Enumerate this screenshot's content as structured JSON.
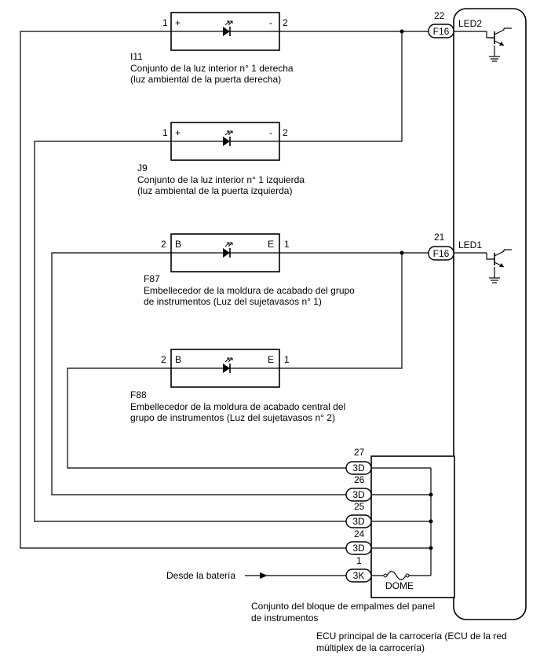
{
  "components": {
    "i11": {
      "code": "I11",
      "desc_line1": "Conjunto de la luz interior n° 1 derecha",
      "desc_line2": "(luz ambiental de la puerta derecha)",
      "pin_left": "1",
      "pin_right": "2",
      "term_left": "+",
      "term_right": "-"
    },
    "j9": {
      "code": "J9",
      "desc_line1": "Conjunto de la luz interior n° 1 izquierda",
      "desc_line2": "(luz ambiental de la puerta izquierda)",
      "pin_left": "1",
      "pin_right": "2",
      "term_left": "+",
      "term_right": "-"
    },
    "f87": {
      "code": "F87",
      "desc_line1": "Embellecedor de la moldura de acabado del grupo",
      "desc_line2": "de instrumentos (Luz del sujetavasos n° 1)",
      "pin_left": "2",
      "pin_right": "1",
      "term_left": "B",
      "term_right": "E"
    },
    "f88": {
      "code": "F88",
      "desc_line1": "Embellecedor de la moldura de acabado central del",
      "desc_line2": "grupo de instrumentos (Luz del sujetavasos n° 2)",
      "pin_left": "2",
      "pin_right": "1",
      "term_left": "B",
      "term_right": "E"
    }
  },
  "ecu": {
    "connector_top": {
      "pin": "22",
      "code": "F16",
      "signal": "LED2"
    },
    "connector_bottom": {
      "pin": "21",
      "code": "F16",
      "signal": "LED1"
    },
    "label_line1": "ECU principal de la carrocería (ECU de la red",
    "label_line2": "múltiplex de la carrocería)"
  },
  "junction_block": {
    "connectors": [
      {
        "pin": "27",
        "code": "3D"
      },
      {
        "pin": "26",
        "code": "3D"
      },
      {
        "pin": "25",
        "code": "3D"
      },
      {
        "pin": "24",
        "code": "3D"
      },
      {
        "pin": "1",
        "code": "3K"
      }
    ],
    "fuse": "DOME",
    "label_line1": "Conjunto del bloque de empalmes del panel",
    "label_line2": "de instrumentos"
  },
  "battery_label": "Desde la batería"
}
